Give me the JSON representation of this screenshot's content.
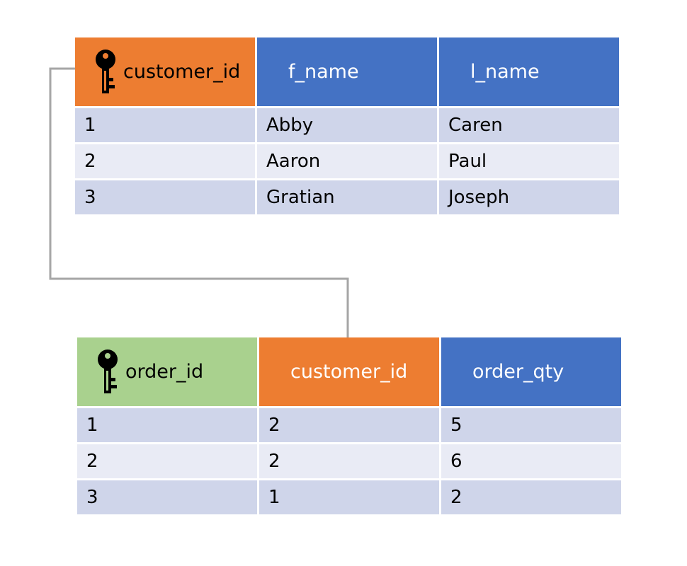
{
  "customers": {
    "headers": [
      "customer_id",
      "f_name",
      "l_name"
    ],
    "rows": [
      [
        "1",
        "Abby",
        "Caren"
      ],
      [
        "2",
        "Aaron",
        "Paul"
      ],
      [
        "3",
        "Gratian",
        "Joseph"
      ]
    ],
    "key_column": "customer_id"
  },
  "orders": {
    "headers": [
      "order_id",
      "customer_id",
      "order_qty"
    ],
    "rows": [
      [
        "1",
        "2",
        "5"
      ],
      [
        "2",
        "2",
        "6"
      ],
      [
        "3",
        "1",
        "2"
      ]
    ],
    "key_column": "order_id"
  },
  "icons": {
    "primary_key": "key-icon",
    "relationship": "connector-line"
  },
  "colors": {
    "primary_key_header": "#ed7d31",
    "foreign_key_header": "#ed7d31",
    "order_key_header": "#a9d18e",
    "column_header": "#4472c4",
    "row_odd": "#cfd5ea",
    "row_even": "#e9ebf5",
    "connector": "#a6a6a6"
  }
}
